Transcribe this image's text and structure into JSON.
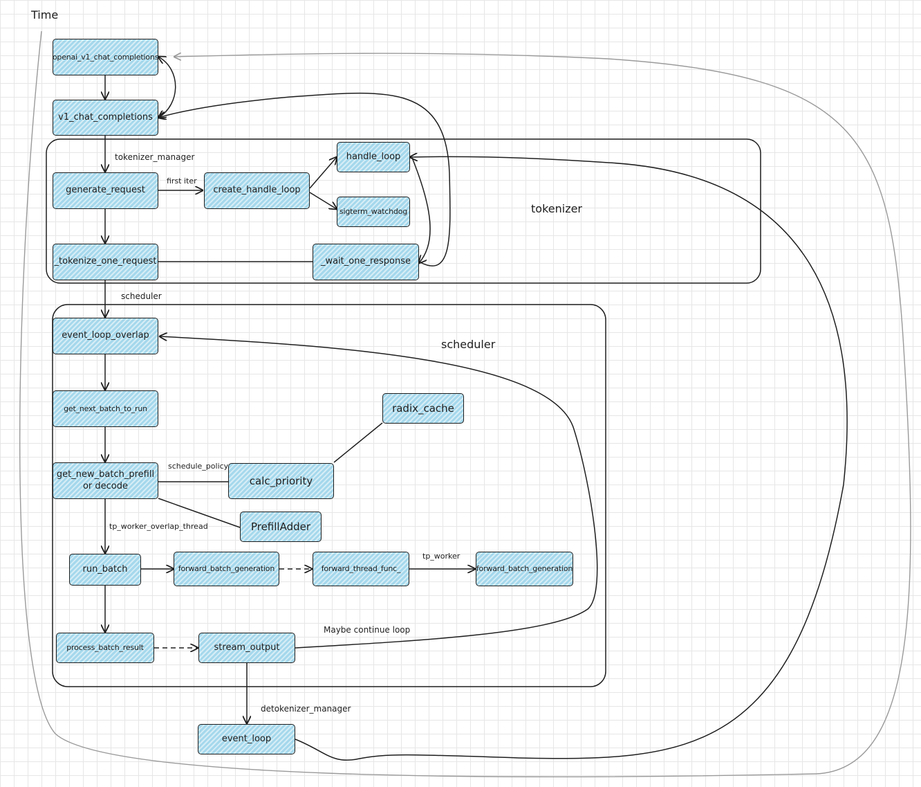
{
  "time_label": "Time",
  "groups": {
    "tokenizer": "tokenizer",
    "scheduler": "scheduler"
  },
  "nodes": {
    "openai_v1": "openai_v1_chat_completions",
    "v1_chat": "v1_chat_completions",
    "generate_request": "generate_request",
    "create_handle_loop": "create_handle_loop",
    "handle_loop": "handle_loop",
    "sigterm_watchdog": "sigterm_watchdog",
    "tokenize_one_request": "_tokenize_one_request",
    "wait_one_response": "_wait_one_response",
    "event_loop_overlap": "event_loop_overlap",
    "get_next_batch_to_run": "get_next_batch_to_run",
    "radix_cache": "radix_cache",
    "get_new_batch_line1": "get_new_batch_prefill",
    "get_new_batch_line2": "or decode",
    "calc_priority": "calc_priority",
    "prefill_adder": "PrefillAdder",
    "run_batch": "run_batch",
    "forward_batch_generation_1": "forward_batch_generation",
    "forward_thread_func": "forward_thread_func_",
    "forward_batch_generation_2": "forward_batch_generation",
    "process_batch_result": "process_batch_result",
    "stream_output": "stream_output",
    "event_loop": "event_loop"
  },
  "edge_labels": {
    "tokenizer_manager": "tokenizer_manager",
    "first_iter": "first iter",
    "scheduler": "scheduler",
    "schedule_policy": "schedule_policy",
    "tp_worker_overlap_thread": "tp_worker_overlap_thread",
    "tp_worker": "tp_worker",
    "maybe_continue_loop": "Maybe continue loop",
    "detokenizer_manager": "detokenizer_manager"
  },
  "colors": {
    "node_fill": "#a5d8ec",
    "stroke": "#1e1e1e",
    "time_stroke": "#9a9a9a",
    "grid": "#e6e6e6"
  }
}
